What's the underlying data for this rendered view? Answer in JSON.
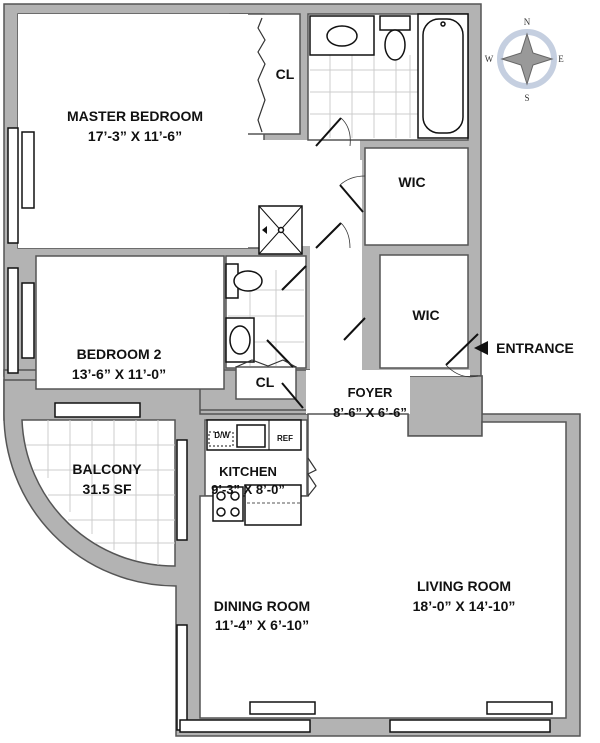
{
  "rooms": {
    "master_bedroom": {
      "name": "MASTER BEDROOM",
      "size": "17’-3” X 11’-6”"
    },
    "bedroom2": {
      "name": "BEDROOM 2",
      "size": "13’-6” X 11’-0”"
    },
    "foyer": {
      "name": "FOYER",
      "size": "8’-6” X 6’-6”"
    },
    "balcony": {
      "name": "BALCONY",
      "size": "31.5 SF"
    },
    "kitchen": {
      "name": "KITCHEN",
      "size": "9’-3” X 8’-0”"
    },
    "dining": {
      "name": "DINING ROOM",
      "size": "11’-4” X 6’-10”"
    },
    "living": {
      "name": "LIVING ROOM",
      "size": "18’-0” X 14’-10”"
    },
    "closet1": "CL",
    "closet2": "CL",
    "wic1": "WIC",
    "wic2": "WIC"
  },
  "fixtures": {
    "dishwasher": "D/W",
    "refrigerator": "REF"
  },
  "entrance": "ENTRANCE",
  "compass": {
    "n": "N",
    "e": "E",
    "s": "S",
    "w": "W"
  },
  "colors": {
    "wall": "#b3b3b3",
    "outline": "#555555"
  }
}
